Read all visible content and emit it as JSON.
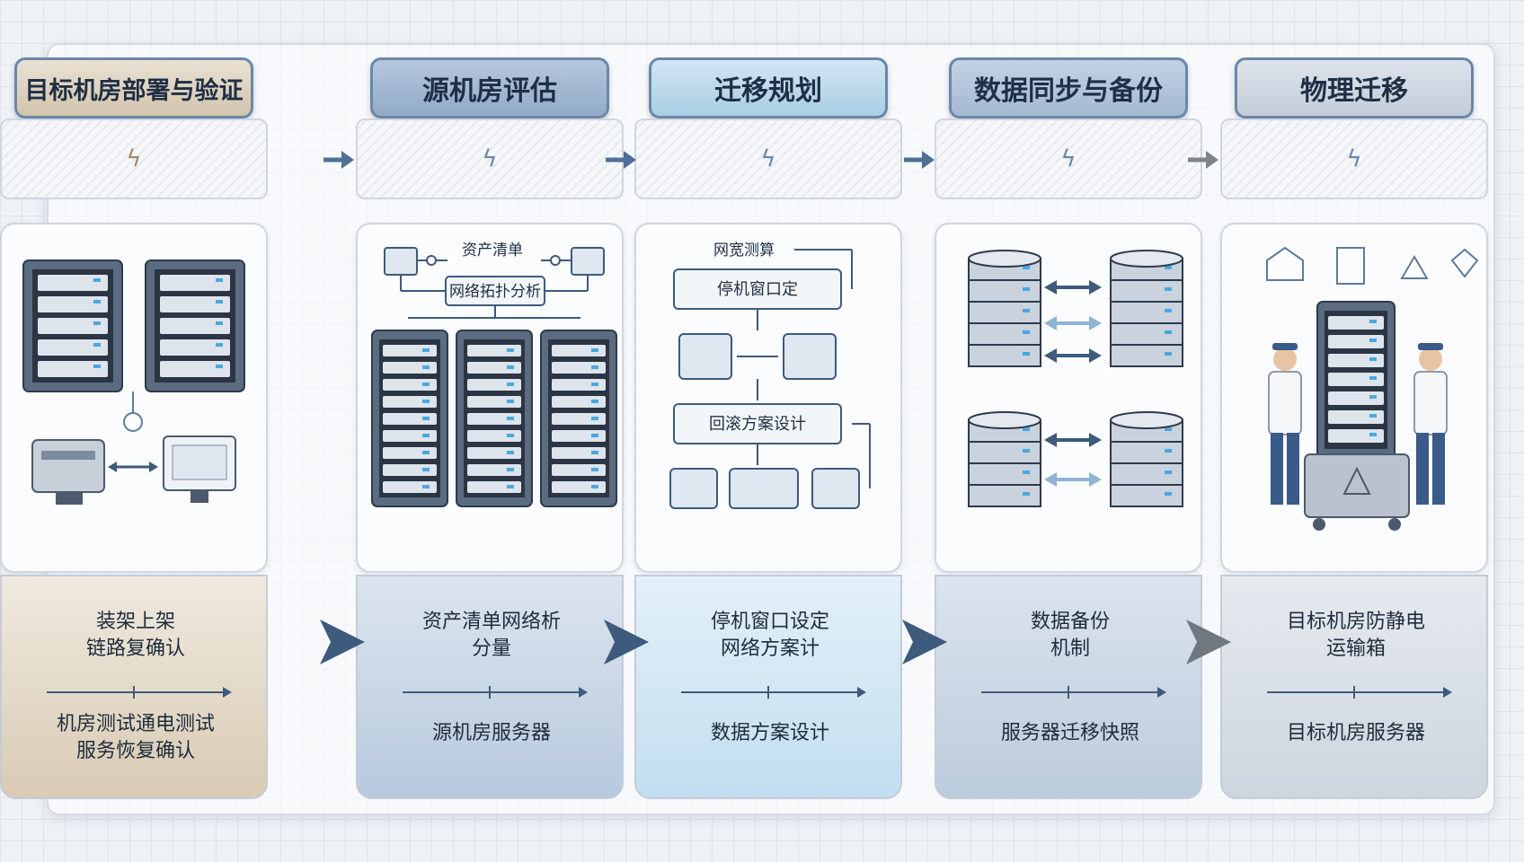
{
  "colors": {
    "stage1": "#9fb6d1",
    "stage2": "#b9d8ea",
    "stage3": "#a8bcd6",
    "stage4": "#ccd5e0",
    "stage5": "#ddd2c0",
    "accent": "#3e5a7c"
  },
  "stages": [
    {
      "title": "源机房评估",
      "icon": "plug-icon",
      "diagram": {
        "label_a": "资产清单",
        "label_b": "网络拓扑分析"
      },
      "desc_line1": "资产清单网络析",
      "desc_line2": "分量",
      "sub_line1": "源机房服务器",
      "sub_line2": ""
    },
    {
      "title": "迁移规划",
      "icon": "plug-icon",
      "diagram": {
        "label_a": "网宽测算",
        "label_b": "停机窗口定",
        "label_c": "回滚方案设计"
      },
      "desc_line1": "停机窗口设定",
      "desc_line2": "网络方案计",
      "sub_line1": "数据方案设计",
      "sub_line2": ""
    },
    {
      "title": "数据同步与备份",
      "icon": "plug-icon",
      "diagram": {},
      "desc_line1": "数据备份",
      "desc_line2": "机制",
      "sub_line1": "服务器迁移快照",
      "sub_line2": ""
    },
    {
      "title": "物理迁移",
      "icon": "plug-icon",
      "diagram": {},
      "desc_line1": "目标机房防静电",
      "desc_line2": "运输箱",
      "sub_line1": "目标机房服务器",
      "sub_line2": ""
    },
    {
      "title": "目标机房部署与验证",
      "icon": "plug-icon",
      "diagram": {},
      "desc_line1": "装架上架",
      "desc_line2": "链路复确认",
      "sub_line1": "机房测试通电测试",
      "sub_line2": "服务恢复确认"
    }
  ]
}
